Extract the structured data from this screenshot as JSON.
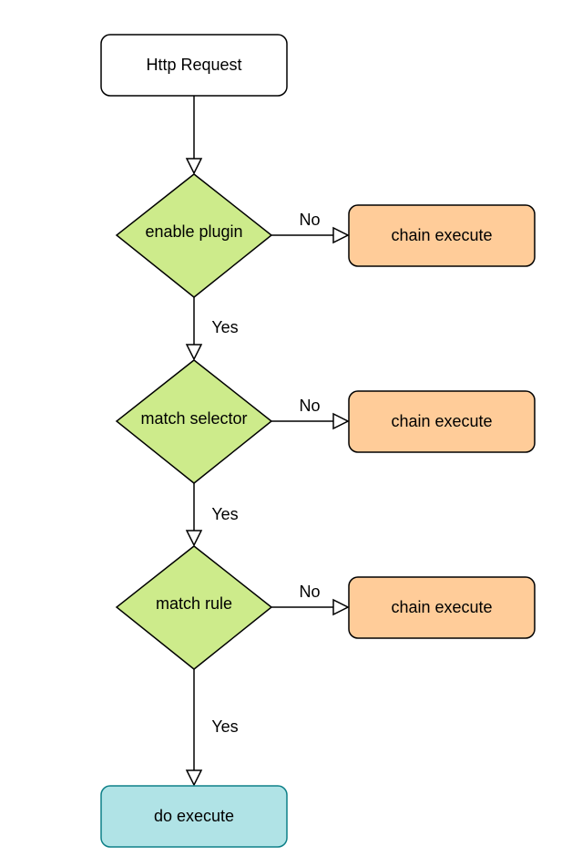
{
  "colors": {
    "start_fill": "#ffffff",
    "decision_fill": "#cdeb8b",
    "chain_fill": "#ffcc99",
    "end_fill": "#b0e3e6",
    "end_stroke": "#0e8088",
    "stroke": "#000000"
  },
  "nodes": {
    "start": {
      "label": "Http Request"
    },
    "decision_1": {
      "label": "enable plugin"
    },
    "decision_2": {
      "label": "match selector"
    },
    "decision_3": {
      "label": "match rule"
    },
    "chain_1": {
      "label": "chain execute"
    },
    "chain_2": {
      "label": "chain execute"
    },
    "chain_3": {
      "label": "chain execute"
    },
    "end": {
      "label": "do execute"
    }
  },
  "edges": {
    "no_1": "No",
    "no_2": "No",
    "no_3": "No",
    "yes_1": "Yes",
    "yes_2": "Yes",
    "yes_3": "Yes"
  }
}
